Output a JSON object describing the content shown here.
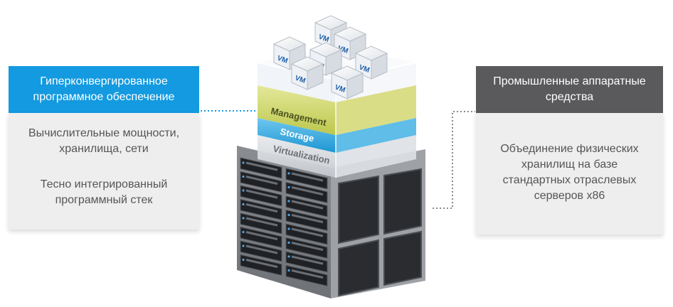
{
  "left_panel": {
    "title": "Гиперконвергированное\nпрограммное обеспечение",
    "item_1": "Вычислительные мощности,\nхранилища, сети",
    "item_2": "Тесно интегрированный\nпрограммный стек",
    "header_color": "#139ae0"
  },
  "right_panel": {
    "title": "Промышленные аппаратные\nсредства",
    "body": "Объединение физических\nхранилищ на базе\nстандартных отраслевых\nсерверов x86",
    "header_color": "#5a5a5c"
  },
  "stack": {
    "layers": [
      {
        "label": "Management",
        "color": "#c9d35a"
      },
      {
        "label": "Storage",
        "color": "#2aa5dc"
      },
      {
        "label": "Virtualization",
        "color": "#cfd3d8"
      }
    ],
    "vm_label": "VM",
    "vm_count": 7
  }
}
